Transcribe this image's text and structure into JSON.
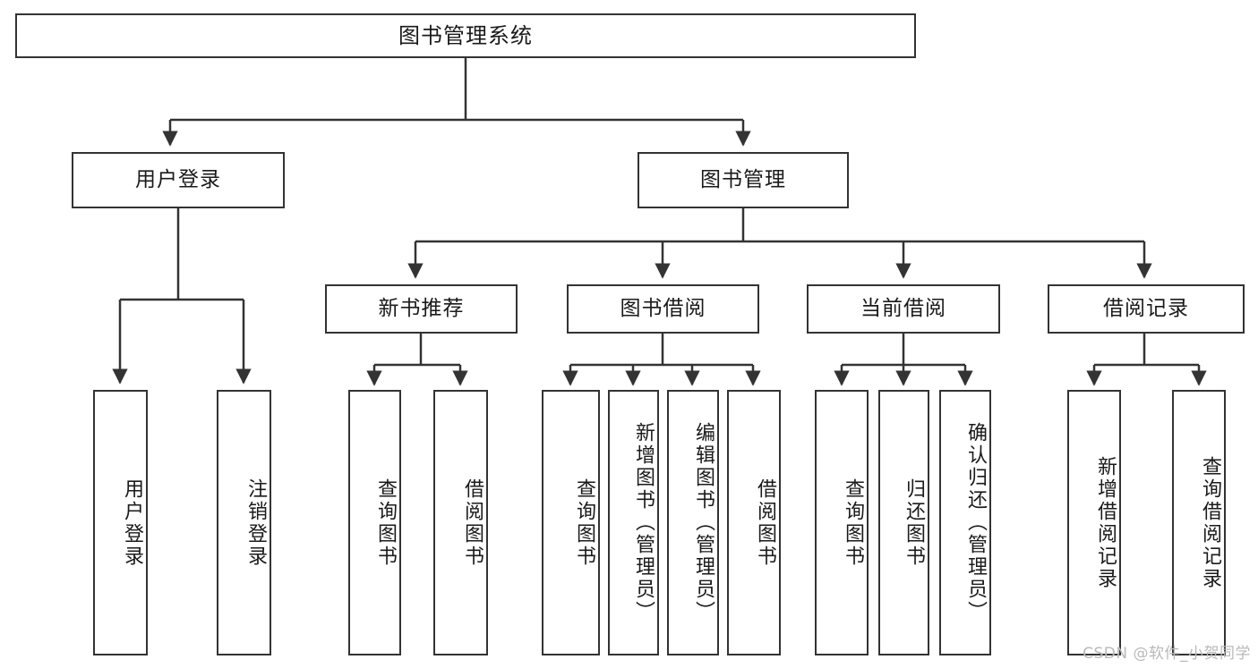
{
  "diagram": {
    "title": "图书管理系统",
    "type": "tree-hierarchy",
    "orientation": "top-down",
    "colors": {
      "border": "#333333",
      "background": "#ffffff",
      "text": "#1a1a1a",
      "watermark": "#b9b9b9"
    }
  },
  "root": {
    "label": "图书管理系统"
  },
  "level2": [
    {
      "label": "用户登录"
    },
    {
      "label": "图书管理"
    }
  ],
  "level3": [
    {
      "label": "新书推荐"
    },
    {
      "label": "图书借阅"
    },
    {
      "label": "当前借阅"
    },
    {
      "label": "借阅记录"
    }
  ],
  "leaves": {
    "user_login": [
      {
        "label": "用户登录"
      },
      {
        "label": "注销登录"
      }
    ],
    "new_book_recommend": [
      {
        "label": "查询图书"
      },
      {
        "label": "借阅图书"
      }
    ],
    "book_borrow": [
      {
        "label": "查询图书"
      },
      {
        "label": "新增图书（管理员）"
      },
      {
        "label": "编辑图书（管理员）"
      },
      {
        "label": "借阅图书"
      }
    ],
    "current_borrow": [
      {
        "label": "查询图书"
      },
      {
        "label": "归还图书"
      },
      {
        "label": "确认归还（管理员）"
      }
    ],
    "borrow_records": [
      {
        "label": "新增借阅记录"
      },
      {
        "label": "查询借阅记录"
      }
    ]
  },
  "watermark": {
    "text": "CSDN @软件_小贺同学"
  }
}
